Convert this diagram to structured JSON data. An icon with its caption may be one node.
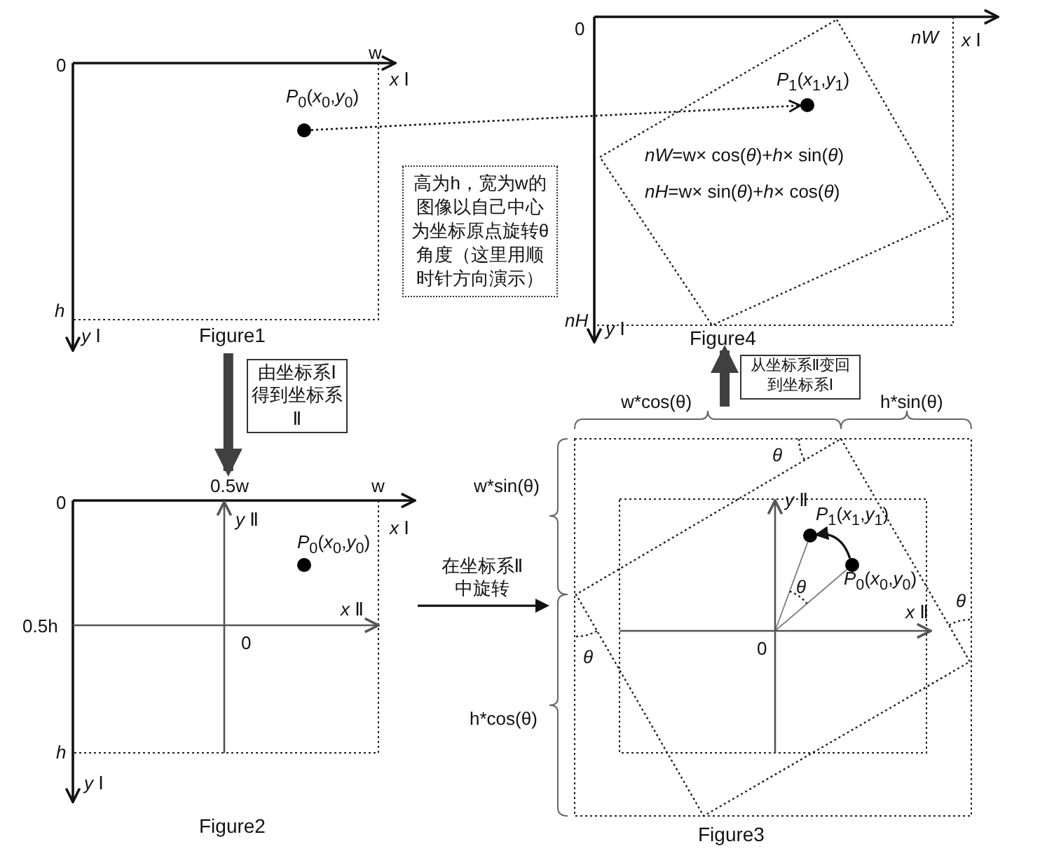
{
  "diagram": {
    "nodes": [
      {
        "text": [
          "Figure1"
        ]
      },
      {
        "text": [],
        "shape": "circle",
        "in": 0,
        "beside": [
          "*P*$_{0}$(*x*$_{0}$,*y*$_{0}$)"
        ]
      },
      {
        "text": [
          "高为h，宽为w的图像以自己中心为坐标原点旋转θ角度（这里用顺时针方向演示）"
        ]
      },
      {
        "text": [
          "Figure4"
        ]
      },
      {
        "text": [],
        "shape": "circle",
        "in": 3,
        "beside": [
          "*P*$_{1}$(*x*$_{1}$,*y*$_{1}$)"
        ]
      },
      {
        "text": [
          "Figure2"
        ]
      },
      {
        "text": [],
        "shape": "circle",
        "in": 5,
        "beside": [
          "*P*$_{0}$(*x*$_{0}$,*y*$_{0}$)"
        ]
      },
      {
        "text": [
          "Figure3"
        ]
      },
      {
        "text": [],
        "shape": "circle",
        "in": 7,
        "beside": [
          "*P*$_{0}$(*x*$_{0}$,*y*$_{0}$)"
        ]
      },
      {
        "text": [],
        "shape": "circle",
        "in": 7,
        "beside": [
          "*P*$_{1}$(*x*$_{1}$,*y*$_{1}$)"
        ]
      }
    ],
    "edges": [
      {
        "from": 1,
        "to": 4,
        "arrow": "to",
        "style": "dashed"
      },
      {
        "from": 0,
        "to": 5,
        "arrow": "to",
        "label": "由坐标系Ⅰ得到坐标系Ⅱ",
        "style": "thick",
        "color": "#404040"
      },
      {
        "from": 5,
        "to": 7,
        "arrow": "to",
        "label": "在坐标系Ⅱ中旋转"
      },
      {
        "from": 7,
        "to": 3,
        "arrow": "to",
        "label": "从坐标系Ⅱ变回到坐标系Ⅰ",
        "style": "thick",
        "color": "#404040"
      },
      {
        "from": 8,
        "to": 9,
        "arrow": "to"
      },
      {
        "from": null,
        "to": 9,
        "arrow": "none",
        "color": "#808080"
      },
      {
        "from": null,
        "to": 8,
        "arrow": "none",
        "color": "#808080"
      }
    ],
    "labels": [
      "0",
      "w",
      "*x* Ⅰ",
      "*h*",
      "*y* Ⅰ",
      "0",
      "*nW*",
      "*x* Ⅰ",
      "*nW*=w× cos(*θ*)+*h*× sin(*θ*)",
      "*nH*=w× sin(*θ*)+*h*× cos(*θ*)",
      "*nH*",
      "*y* Ⅰ",
      "w*cos(θ)",
      "h*sin(θ)",
      "*θ*",
      "w*sin(θ)",
      "*y* Ⅱ",
      "*θ*",
      "*x* Ⅱ",
      "*θ*",
      "0",
      "*θ*",
      "h*cos(θ)",
      "0",
      "0.5w",
      "w",
      "*y* Ⅱ",
      "*x* Ⅰ",
      "*x* Ⅱ",
      "0.5h",
      "0",
      "*h*",
      "*y* Ⅰ"
    ]
  }
}
